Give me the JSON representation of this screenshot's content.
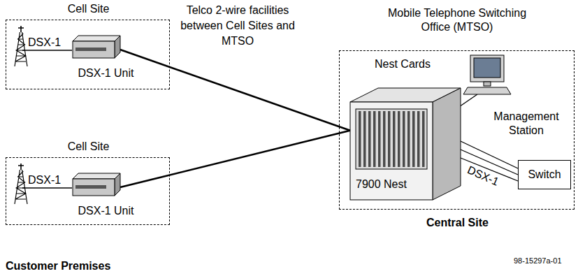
{
  "diagram": {
    "nodes": [
      {
        "text": [
          "Cell Site"
        ]
      },
      {
        "text": [
          "DSX-1 Unit"
        ],
        "in": 0
      },
      {
        "text": [
          "Cell Site"
        ]
      },
      {
        "text": [
          "DSX-1 Unit"
        ],
        "in": 2
      },
      {
        "text": [
          "Mobile Telephone Switching Office (MTSO)",
          "Central Site"
        ]
      },
      {
        "text": [
          "Nest Cards",
          "7900 Nest"
        ],
        "in": 4
      },
      {
        "text": [
          "Management Station"
        ],
        "in": 4
      },
      {
        "text": [
          "Switch"
        ],
        "in": 4
      }
    ],
    "edges": [
      {
        "from": 1,
        "to": 5,
        "arrow": "none"
      },
      {
        "from": 3,
        "to": 5,
        "arrow": "none"
      },
      {
        "from": 5,
        "to": 7,
        "label": "DSX-1",
        "arrow": "none"
      },
      {
        "from": 5,
        "to": 6,
        "arrow": "none"
      }
    ],
    "labels": [
      "DSX-1",
      "DSX-1",
      "Telco 2-wire facilities between Cell Sites and MTSO",
      "Customer Premises",
      "98-15297a-01"
    ]
  }
}
